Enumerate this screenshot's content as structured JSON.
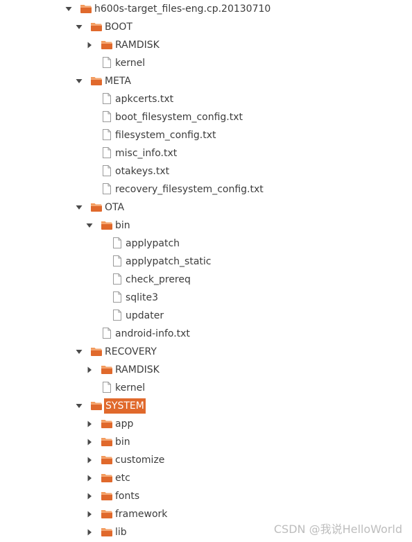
{
  "colors": {
    "folder_body": "#e0692c",
    "folder_tab": "#f39a5c",
    "selection": "#e0692c",
    "file_outline": "#9a9a9a",
    "text": "#3c3c3c"
  },
  "tree": [
    {
      "label": "h600s-target_files-eng.cp.20130710",
      "type": "folder",
      "depth": 0,
      "toggle": "expanded"
    },
    {
      "label": "BOOT",
      "type": "folder",
      "depth": 1,
      "toggle": "expanded"
    },
    {
      "label": "RAMDISK",
      "type": "folder",
      "depth": 2,
      "toggle": "collapsed"
    },
    {
      "label": "kernel",
      "type": "file",
      "depth": 2,
      "toggle": "none"
    },
    {
      "label": "META",
      "type": "folder",
      "depth": 1,
      "toggle": "expanded"
    },
    {
      "label": "apkcerts.txt",
      "type": "file",
      "depth": 2,
      "toggle": "none"
    },
    {
      "label": "boot_filesystem_config.txt",
      "type": "file",
      "depth": 2,
      "toggle": "none"
    },
    {
      "label": "filesystem_config.txt",
      "type": "file",
      "depth": 2,
      "toggle": "none"
    },
    {
      "label": "misc_info.txt",
      "type": "file",
      "depth": 2,
      "toggle": "none"
    },
    {
      "label": "otakeys.txt",
      "type": "file",
      "depth": 2,
      "toggle": "none"
    },
    {
      "label": "recovery_filesystem_config.txt",
      "type": "file",
      "depth": 2,
      "toggle": "none"
    },
    {
      "label": "OTA",
      "type": "folder",
      "depth": 1,
      "toggle": "expanded"
    },
    {
      "label": "bin",
      "type": "folder",
      "depth": 2,
      "toggle": "expanded"
    },
    {
      "label": "applypatch",
      "type": "file",
      "depth": 3,
      "toggle": "none"
    },
    {
      "label": "applypatch_static",
      "type": "file",
      "depth": 3,
      "toggle": "none"
    },
    {
      "label": "check_prereq",
      "type": "file",
      "depth": 3,
      "toggle": "none"
    },
    {
      "label": "sqlite3",
      "type": "file",
      "depth": 3,
      "toggle": "none"
    },
    {
      "label": "updater",
      "type": "file",
      "depth": 3,
      "toggle": "none"
    },
    {
      "label": "android-info.txt",
      "type": "file",
      "depth": 2,
      "toggle": "none"
    },
    {
      "label": "RECOVERY",
      "type": "folder",
      "depth": 1,
      "toggle": "expanded"
    },
    {
      "label": "RAMDISK",
      "type": "folder",
      "depth": 2,
      "toggle": "collapsed"
    },
    {
      "label": "kernel",
      "type": "file",
      "depth": 2,
      "toggle": "none"
    },
    {
      "label": "SYSTEM",
      "type": "folder",
      "depth": 1,
      "toggle": "expanded",
      "selected": true
    },
    {
      "label": "app",
      "type": "folder",
      "depth": 2,
      "toggle": "collapsed"
    },
    {
      "label": "bin",
      "type": "folder",
      "depth": 2,
      "toggle": "collapsed"
    },
    {
      "label": "customize",
      "type": "folder",
      "depth": 2,
      "toggle": "collapsed"
    },
    {
      "label": "etc",
      "type": "folder",
      "depth": 2,
      "toggle": "collapsed"
    },
    {
      "label": "fonts",
      "type": "folder",
      "depth": 2,
      "toggle": "collapsed"
    },
    {
      "label": "framework",
      "type": "folder",
      "depth": 2,
      "toggle": "collapsed"
    },
    {
      "label": "lib",
      "type": "folder",
      "depth": 2,
      "toggle": "collapsed"
    }
  ],
  "watermark": "CSDN @我说HelloWorld"
}
